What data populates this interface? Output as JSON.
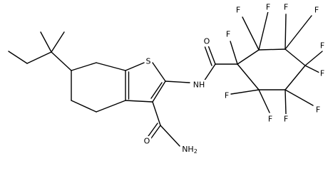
{
  "molecule": {
    "labels": {
      "sulfur": "S",
      "amide_nh": "NH",
      "amide_o_top": "O",
      "amide_o_bottom": "O",
      "amine_nh2": "NH2",
      "fluorine": "F"
    },
    "line_color": "#000000",
    "background": "#ffffff"
  }
}
